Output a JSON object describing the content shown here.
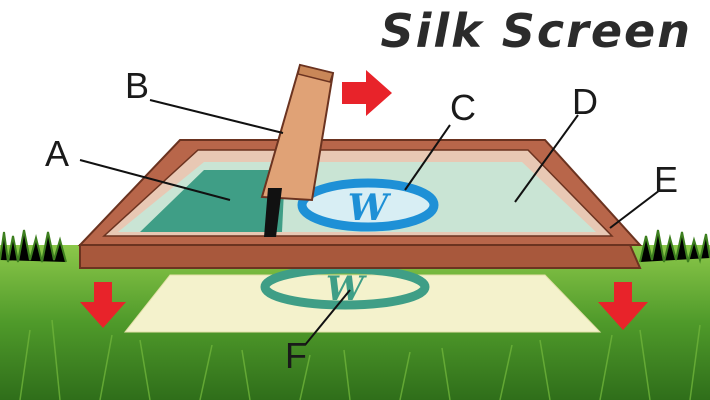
{
  "title": "Silk Screen",
  "labels": {
    "a": "A",
    "b": "B",
    "c": "C",
    "d": "D",
    "e": "E",
    "f": "F"
  },
  "logo_letter": "W",
  "colors": {
    "frame": "#a8583c",
    "frame_dark": "#7a3a24",
    "mesh": "#c9e4d4",
    "ink": "#3f9e86",
    "ring": "#1e90d6",
    "squeegee": "#e0a276",
    "paper": "#f4f2cc",
    "arrow": "#e8232a",
    "grass": "#4f9a2a"
  },
  "icons": [
    "arrow-right-icon",
    "arrow-down-icon"
  ]
}
